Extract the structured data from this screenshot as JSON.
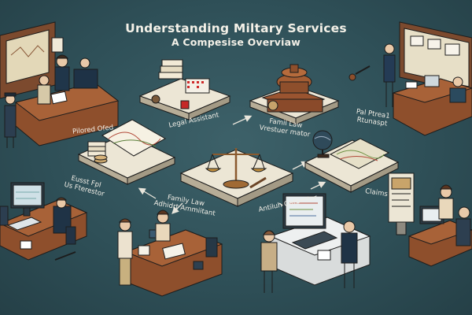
{
  "title": "Understanding Miltary Services",
  "subtitle": "A Compesise Overviaw",
  "labels": {
    "legal_assistant": "Legal Assistant",
    "family_law_1": "Famil Law",
    "family_law_2": "Vrestuer mator",
    "pl_line1": "Pal Ptrea1",
    "pl_line2": "Rtunaspt",
    "piloted": "Pilored Ofed",
    "usfp_1": "Eusst Fpl",
    "usfp_2": "Us Fterestor",
    "family_admin_1": "Family Law",
    "family_admin_2": "Adhidrt Ammiitant",
    "antiluh": "Antiluh Gatbestor",
    "claims": "Claims"
  },
  "colors": {
    "background": "#2f4f57",
    "platform_top": "#ece6d5",
    "platform_side": "#b7ad97",
    "desk_wood": "#8e4f2c",
    "outline": "#1c1c1c"
  }
}
